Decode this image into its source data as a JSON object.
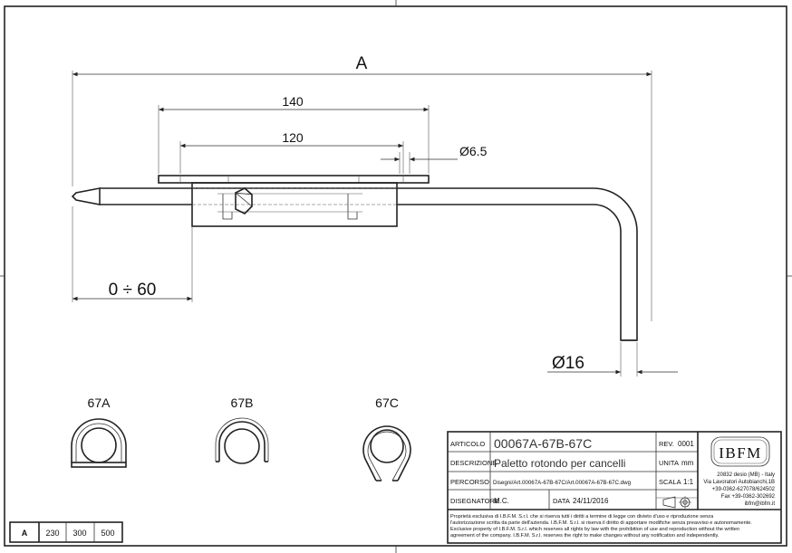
{
  "dimensions": {
    "overall_length": "A",
    "plate_length": "140",
    "hole_spacing": "120",
    "hole_diameter": "Ø6.5",
    "stroke_range": "0 ÷ 60",
    "bolt_diameter": "Ø16"
  },
  "sections": [
    {
      "label": "67A"
    },
    {
      "label": "67B"
    },
    {
      "label": "67C"
    }
  ],
  "size_table": {
    "header": "A",
    "values": [
      "230",
      "300",
      "500"
    ]
  },
  "title_block": {
    "articolo_label": "ARTICOLO",
    "articolo_value": "00067A-67B-67C",
    "rev_label": "REV.",
    "rev_value": "0001",
    "descrizione_label": "DESCRIZIONE",
    "descrizione_value": "Paletto rotondo per cancelli",
    "unita_label": "UNITA",
    "unita_value": "mm",
    "percorso_label": "PERCORSO",
    "percorso_value": "Disegni/Art.00067A-67B-67C/Art.00067A-67B-67C.dwg",
    "scala_label": "SCALA",
    "scala_value": "1:1",
    "disegnatore_label": "DISEGNATORE",
    "disegnatore_value": "M.C.",
    "data_label": "DATA",
    "data_value": "24/11/2016",
    "note_lines": [
      "Proprietà esclusiva di I.B.F.M. S.r.l. che si riserva tutti i diritti a termine di legge con divieto d'uso e riproduzione senza",
      "l'autorizzazione scritta da parte dell'azienda. I.B.F.M. S.r.l. si riserva il diritto di apportare modifiche senza preavviso e autonomamente.",
      "Exclusive property of I.B.F.M. S.r.l. which reserves all rights by law with the prohibition of use and reproduction without the written",
      "agreement of the company. I.B.F.M. S.r.l. reserves the right to make changes without any notification and independently."
    ]
  },
  "company": {
    "logo": "IBFM",
    "address_lines": [
      "20832 desio (MB) - Italy",
      "Via Lavoratori Autobianchi,1B",
      "+39-0362-627078/624502",
      "Fax +39-0362-302692",
      "ibfm@ibfm.it"
    ]
  }
}
